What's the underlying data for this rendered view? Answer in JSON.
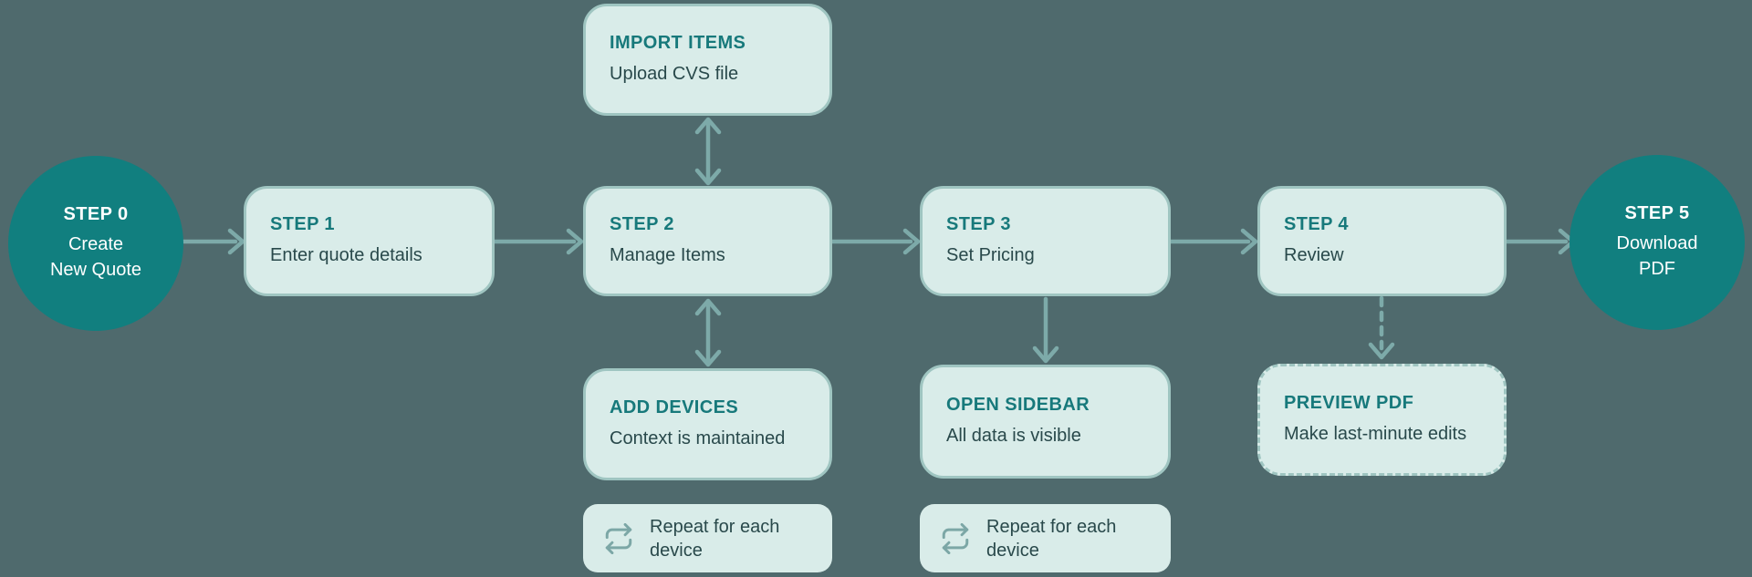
{
  "colors": {
    "background": "#4F6A6D",
    "node_fill": "#D9ECE9",
    "node_border": "#9FC5C1",
    "circle_fill": "#117F7F",
    "circle_text": "#FFFFFF",
    "title_text": "#17797B",
    "body_text": "#29494B",
    "arrow": "#7DAAA9",
    "repeat_icon": "#7CA7A6"
  },
  "steps": {
    "step0": {
      "title": "STEP 0",
      "lines": [
        "Create",
        "New Quote"
      ]
    },
    "step1": {
      "title": "STEP 1",
      "subtitle": "Enter quote details"
    },
    "step2": {
      "title": "STEP 2",
      "subtitle": "Manage Items"
    },
    "step3": {
      "title": "STEP 3",
      "subtitle": "Set Pricing"
    },
    "step4": {
      "title": "STEP 4",
      "subtitle": "Review"
    },
    "step5": {
      "title": "STEP 5",
      "lines": [
        "Download",
        "PDF"
      ]
    }
  },
  "callouts": {
    "import_items": {
      "title": "IMPORT ITEMS",
      "subtitle": "Upload CVS file"
    },
    "add_devices": {
      "title": "ADD DEVICES",
      "subtitle": "Context is maintained"
    },
    "open_sidebar": {
      "title": "OPEN SIDEBAR",
      "subtitle": "All data is visible"
    },
    "preview_pdf": {
      "title": "PREVIEW PDF",
      "subtitle": "Make last-minute edits"
    }
  },
  "repeat_notes": {
    "manage": {
      "icon": "repeat-icon",
      "label": "Repeat for each device"
    },
    "pricing": {
      "icon": "repeat-icon",
      "label": "Repeat for each device"
    }
  }
}
